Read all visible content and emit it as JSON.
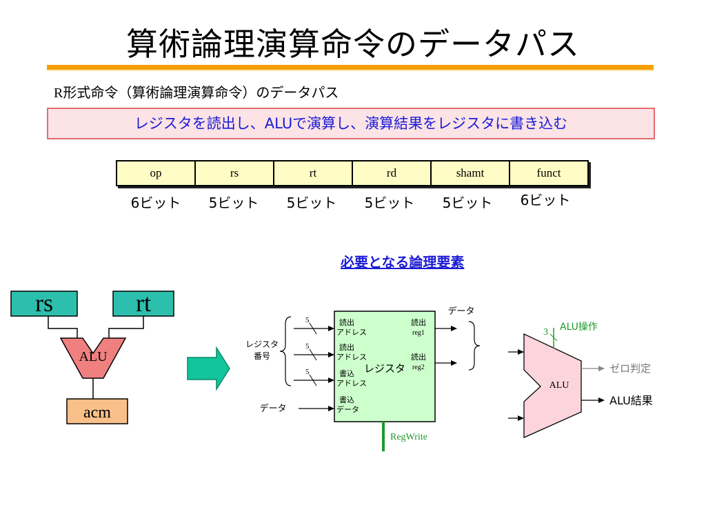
{
  "title": "算術論理演算命令のデータパス",
  "subtitle": "R形式命令（算術論理演算命令）のデータパス",
  "summary": "レジスタを読出し、ALUで演算し、演算結果をレジスタに書き込む",
  "format": {
    "fields": [
      "op",
      "rs",
      "rt",
      "rd",
      "shamt",
      "funct"
    ],
    "bits": [
      "6ビット",
      "5ビット",
      "5ビット",
      "5ビット",
      "5ビット",
      "6ビット"
    ]
  },
  "elements_heading": "必要となる論理要素",
  "simple_diagram": {
    "rs": "rs",
    "rt": "rt",
    "alu": "ALU",
    "acm": "acm"
  },
  "register_file": {
    "title": "レジスタ",
    "read_addr1": [
      "読出",
      "アドレス"
    ],
    "read_addr2": [
      "読出",
      "アドレス"
    ],
    "write_addr": [
      "書込",
      "アドレス"
    ],
    "write_data": [
      "書込",
      "データ"
    ],
    "read_reg1": [
      "読出",
      "reg1"
    ],
    "read_reg2": [
      "読出",
      "reg2"
    ],
    "width_labels": [
      "5",
      "5",
      "5"
    ],
    "reg_number_label": [
      "レジスタ",
      "番号"
    ],
    "input_data_label": "データ",
    "output_data_label": "データ",
    "regwrite": "RegWrite"
  },
  "alu": {
    "label": "ALU",
    "control_width": "3",
    "control_label": "ALU操作",
    "zero_label": "ゼロ判定",
    "result_label": "ALU結果"
  },
  "colors": {
    "accent_orange": "#f5a000",
    "teal_box": "#2dbfad",
    "alu_pink": "#f08080",
    "acm_orange": "#f9c08a",
    "arrow_green": "#12c49a",
    "register_green": "#ccffcc",
    "alu_light_pink": "#fcd4dc",
    "control_green": "#1f9a2b",
    "link_blue": "#1a1ad6"
  }
}
